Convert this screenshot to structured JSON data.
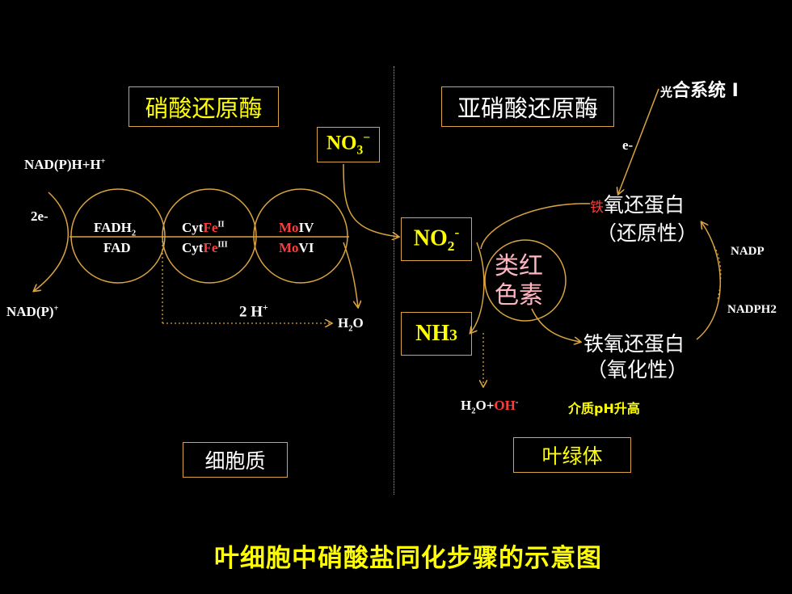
{
  "enzymes": {
    "nitrate_reductase": "硝酸还原酶",
    "nitrite_reductase": "亚硝酸还原酶"
  },
  "compartments": {
    "cytoplasm": "细胞质",
    "chloroplast": "叶绿体"
  },
  "left": {
    "nadph_h": {
      "base": "NAD(P)H+H",
      "sup": "+"
    },
    "two_e": "2e-",
    "nadp_plus": {
      "base": "NAD(P)",
      "sup": "+"
    },
    "two_h": {
      "base": "2 H",
      "sup": "+"
    },
    "h2o": {
      "pre": "H",
      "sub": "2",
      "post": "O"
    },
    "no3": {
      "base": "NO",
      "sub": "3",
      "sup": "−"
    },
    "fad_top": {
      "base": "FADH",
      "sub": "2"
    },
    "fad_bottom": "FAD",
    "cyt_top": {
      "pre": "Cyt",
      "fe": "Fe",
      "sup": "II"
    },
    "cyt_bottom": {
      "pre": "Cyt",
      "fe": "Fe",
      "sup": "III"
    },
    "mo_top": {
      "mo": "Mo",
      "post": "IV"
    },
    "mo_bottom": {
      "mo": "Mo",
      "post": "VI"
    }
  },
  "right": {
    "photosystem": {
      "small": "光",
      "rest": "合系统 I"
    },
    "e_minus": "e-",
    "no2": {
      "base": "NO",
      "sub": "2",
      "sup": "-"
    },
    "nh3": {
      "base": "NH",
      "sub": "3"
    },
    "carotenoid": {
      "line1": "类红",
      "line2": "色素"
    },
    "fd_reduced": {
      "fe": "铁",
      "rest": "氧还蛋白",
      "line2": "（还原性）"
    },
    "fd_oxidized": {
      "line1": "铁氧还蛋白",
      "line2": "（氧化性）"
    },
    "nadp": "NADP",
    "nadph2": "NADPH2",
    "h2o_oh": {
      "pre": "H",
      "sub": "2",
      "mid": "O+",
      "oh": "OH",
      "sup": "-"
    },
    "ph_note": "介质pH升高"
  },
  "caption": "叶细胞中硝酸盐同化步骤的示意图",
  "colors": {
    "line": "#d9a441",
    "yellow": "#ffff00",
    "red": "#ff3b3b",
    "pink": "#ffb6c1",
    "background": "#000000"
  },
  "icons": [
    "arrow-icon"
  ]
}
